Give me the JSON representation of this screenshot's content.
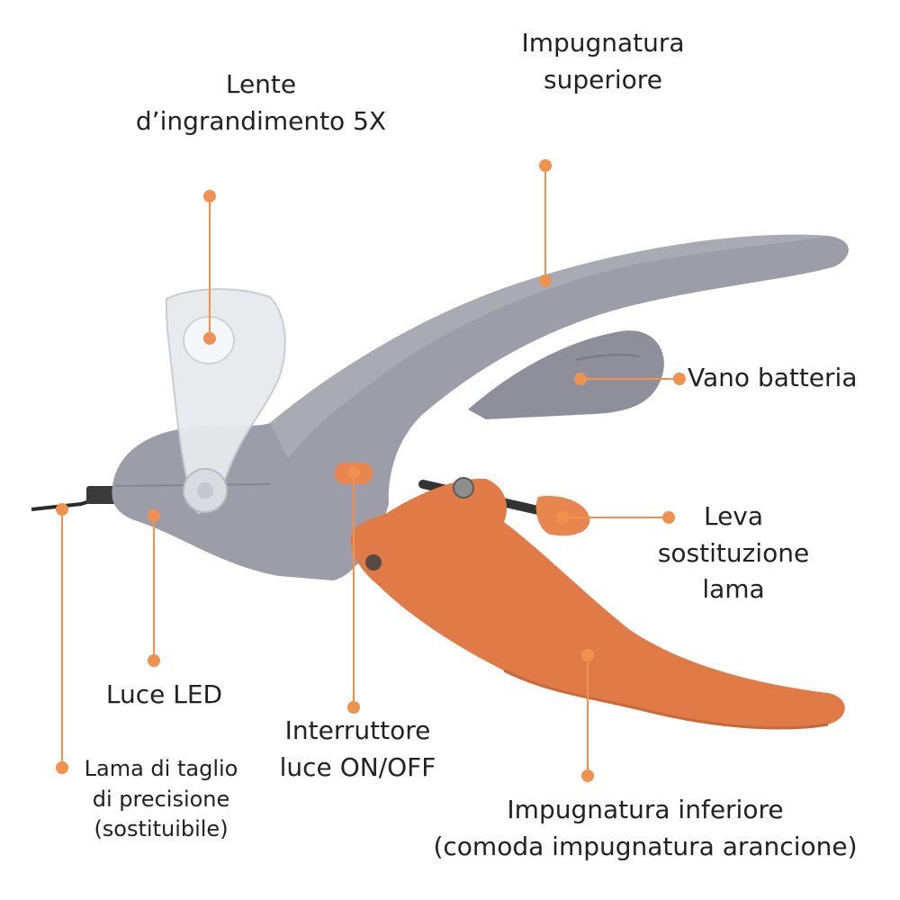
{
  "colors": {
    "accent": "#F0924F",
    "body_gray": "#9A9BA6",
    "body_gray_dark": "#7E7F8A",
    "handle_orange": "#E07A47",
    "lens": "#E6E8EC",
    "text": "#222222"
  },
  "labels": {
    "lente": [
      "Lente",
      "d’ingrandimento 5X"
    ],
    "impugnatura_superiore": [
      "Impugnatura",
      "superiore"
    ],
    "vano_batteria": [
      "Vano batteria"
    ],
    "leva": [
      "Leva",
      "sostituzione",
      "lama"
    ],
    "luce_led": [
      "Luce LED"
    ],
    "interruttore": [
      "Interruttore",
      "luce ON/OFF"
    ],
    "lama": [
      "Lama di taglio",
      "di precisione",
      "(sostituibile)"
    ],
    "impugnatura_inferiore": [
      "Impugnatura inferiore",
      "(comoda impugnatura arancione)"
    ]
  }
}
